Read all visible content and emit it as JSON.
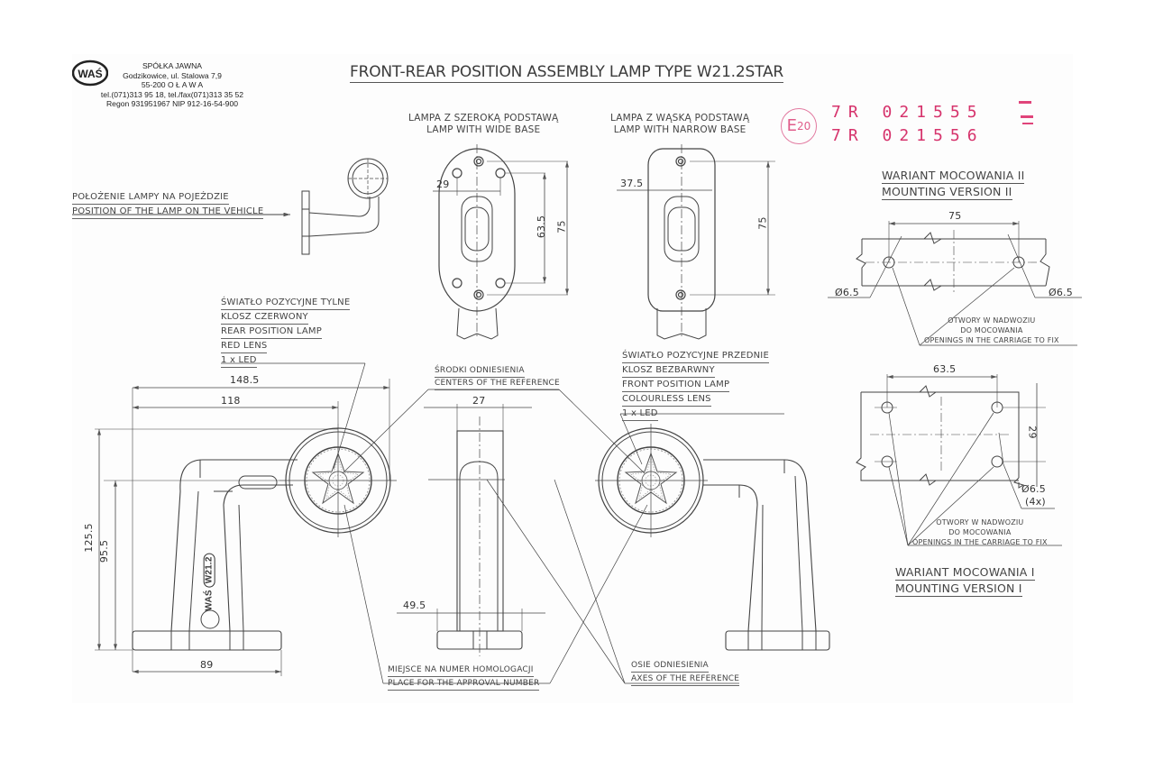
{
  "company": {
    "logo_text": "WAŚ",
    "lines": [
      "SPÓŁKA JAWNA",
      "Godzikowice, ul. Stalowa 7,9",
      "55-200   O Ł A W A",
      "tel.(071)313 95 18, tel./fax(071)313 35 52",
      "Regon 931951967 NIP 912-16-54-900"
    ]
  },
  "title": "FRONT-REAR POSITION ASSEMBLY LAMP  TYPE W21.2STAR",
  "approval": {
    "mark": "E",
    "mark_number": "20",
    "codes": [
      "7R  021555",
      "7R  021556"
    ],
    "color": "#d6336c"
  },
  "views": {
    "wide_base": {
      "pl": "LAMPA Z SZEROKĄ PODSTAWĄ",
      "en": "LAMP WITH WIDE BASE",
      "dims": {
        "width": "29",
        "inner": "63.5",
        "outer": "75"
      }
    },
    "narrow_base": {
      "pl": "LAMPA Z WĄSKĄ PODSTAWĄ",
      "en": "LAMP WITH NARROW BASE",
      "dims": {
        "width": "37.5",
        "height": "75"
      }
    },
    "vehicle_position": {
      "pl": "POŁOŻENIE LAMPY NA POJEŹDZIE",
      "en": "POSITION OF THE LAMP ON THE VEHICLE"
    },
    "rear_lamp": {
      "lines": [
        "ŚWIATŁO POZYCYJNE TYLNE",
        "KLOSZ  CZERWONY",
        "REAR POSITION LAMP",
        "RED LENS",
        "1 x LED"
      ]
    },
    "front_lamp": {
      "lines": [
        "ŚWIATŁO POZYCYJNE PRZEDNIE",
        "KLOSZ BEZBARWNY",
        "FRONT POSITION LAMP",
        "COLOURLESS LENS",
        "1 x LED"
      ]
    },
    "reference_centers": {
      "lines": [
        "ŚRODKI ODNIESIENIA",
        "CENTERS OF THE REFERENCE"
      ]
    },
    "approval_place": {
      "lines": [
        "MIEJSCE NA NUMER HOMOLOGACJI",
        "PLACE FOR THE APPROVAL NUMBER"
      ]
    },
    "reference_axes": {
      "lines": [
        "OSIE ODNIESIENIA",
        "AXES OF THE REFERENCE"
      ]
    },
    "side_view_dims": {
      "overall": "148.5",
      "arm": "118",
      "height_total": "125.5",
      "height_axis": "95.5",
      "base": "89"
    },
    "front_view_dims": {
      "width": "27",
      "base": "49.5"
    },
    "body_marking": {
      "brand": "WAŚ",
      "model": "W21.2"
    }
  },
  "mounting_ii": {
    "title_pl": "WARIANT MOCOWANIA II",
    "title_en": "MOUNTING VERSION II",
    "spacing": "75",
    "hole_left": "Ø6.5",
    "hole_right": "Ø6.5",
    "note": [
      "OTWORY W NADWOZIU",
      "DO MOCOWANIA",
      "OPENINGS IN THE CARRIAGE TO FIX"
    ]
  },
  "mounting_i": {
    "title_pl": "WARIANT MOCOWANIA I",
    "title_en": "MOUNTING VERSION I",
    "spacing_h": "63.5",
    "spacing_v": "29",
    "hole": "Ø6.5",
    "hole_count": "(4x)",
    "note": [
      "OTWORY W NADWOZIU",
      "DO MOCOWANIA",
      "OPENINGS IN THE CARRIAGE TO FIX"
    ]
  }
}
